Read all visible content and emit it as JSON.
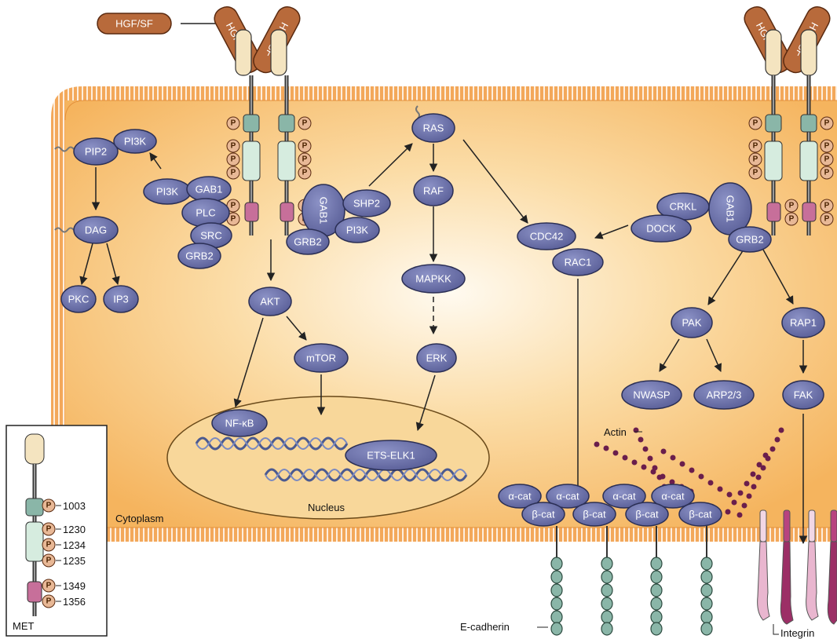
{
  "ligand": "HGF/SF",
  "receptor_ligand_labels": [
    "HGF/SF",
    "HGF/SF"
  ],
  "phospho": "P",
  "compartments": {
    "cytoplasm": "Cytoplasm",
    "nucleus": "Nucleus"
  },
  "nodes": {
    "pip2": "PIP2",
    "pi3k_top": "PI3K",
    "pi3k_left": "PI3K",
    "gab1_left": "GAB1",
    "plc": "PLC",
    "src": "SRC",
    "grb2_left": "GRB2",
    "dag": "DAG",
    "pkc": "PKC",
    "ip3": "IP3",
    "gab1_mid": "GAB1",
    "shp2": "SHP2",
    "grb2_mid": "GRB2",
    "pi3k_mid": "PI3K",
    "ras": "RAS",
    "raf": "RAF",
    "mapkk": "MAPKK",
    "erk": "ERK",
    "akt": "AKT",
    "mtor": "mTOR",
    "nfkb": "NF-κB",
    "ets_elk1": "ETS-ELK1",
    "cdc42": "CDC42",
    "rac1": "RAC1",
    "crkl": "CRKL",
    "dock": "DOCK",
    "gab1_right": "GAB1",
    "grb2_right": "GRB2",
    "pak": "PAK",
    "rap1": "RAP1",
    "nwasp": "NWASP",
    "arp23": "ARP2/3",
    "fak": "FAK"
  },
  "catenins": {
    "alpha": "α-cat",
    "beta": "β-cat"
  },
  "structure_labels": {
    "actin": "Actin",
    "ecadherin": "E-cadherin",
    "integrin": "Integrin"
  },
  "met_inset": {
    "title": "MET",
    "sites": [
      "1003",
      "1230",
      "1234",
      "1235",
      "1349",
      "1356"
    ]
  },
  "colors": {
    "node_fill": "#6f75ad",
    "node_stroke": "#2b2f55",
    "cell_fill": "#f6c27a",
    "membrane": "#f3a85a",
    "phospho_fill": "#e8b896",
    "ligand_fill": "#b86a3b",
    "nucleus_fill": "#f8d79a"
  }
}
